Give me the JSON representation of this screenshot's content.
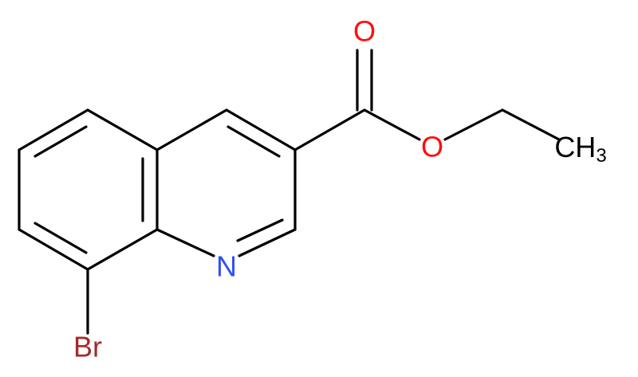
{
  "atoms": {
    "oxygen_carbonyl": {
      "label": "O",
      "color": "#ff0d0d"
    },
    "oxygen_ester": {
      "label": "O",
      "color": "#ff0d0d"
    },
    "nitrogen": {
      "label": "N",
      "color": "#3050f8"
    },
    "bromine": {
      "label": "Br",
      "color": "#a62929"
    },
    "methyl": {
      "label": "CH",
      "subscript": "3",
      "color": "#000000"
    }
  }
}
